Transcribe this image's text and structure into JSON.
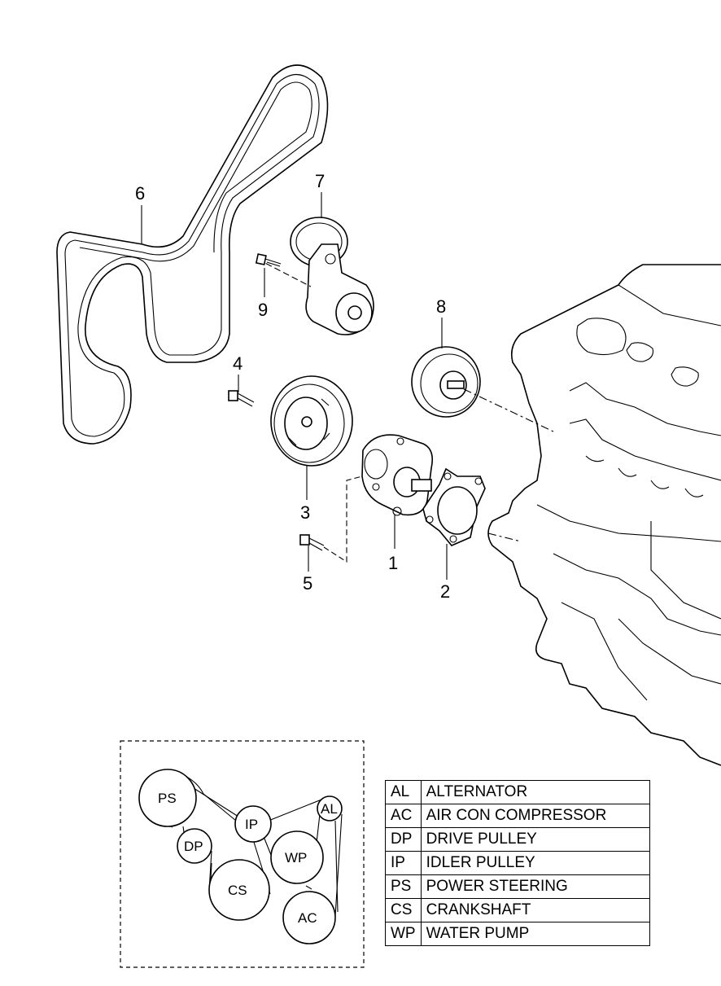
{
  "callouts": [
    "1",
    "2",
    "3",
    "4",
    "5",
    "6",
    "7",
    "8",
    "9"
  ],
  "belt_routing": {
    "nodes": [
      "PS",
      "IP",
      "AL",
      "DP",
      "WP",
      "CS",
      "AC"
    ]
  },
  "legend": [
    {
      "code": "AL",
      "name": "ALTERNATOR"
    },
    {
      "code": "AC",
      "name": "AIR CON COMPRESSOR"
    },
    {
      "code": "DP",
      "name": "DRIVE PULLEY"
    },
    {
      "code": "IP",
      "name": "IDLER PULLEY"
    },
    {
      "code": "PS",
      "name": "POWER STEERING"
    },
    {
      "code": "CS",
      "name": "CRANKSHAFT"
    },
    {
      "code": "WP",
      "name": "WATER PUMP"
    }
  ]
}
